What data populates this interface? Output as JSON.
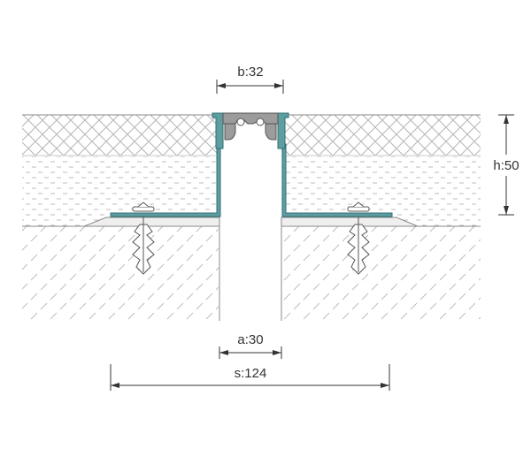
{
  "dimensions": {
    "b": "b:32",
    "h": "h:50",
    "a": "a:30",
    "s": "s:124"
  },
  "colors": {
    "profile_teal": "#5f9ea0",
    "profile_edge": "#2f6f73",
    "insert_grey": "#9c9c9c",
    "line": "#333333",
    "hatch": "#b8b8b8"
  },
  "icons": {
    "anchor": "wall-plug-anchor-icon",
    "screw": "screw-head-icon"
  }
}
